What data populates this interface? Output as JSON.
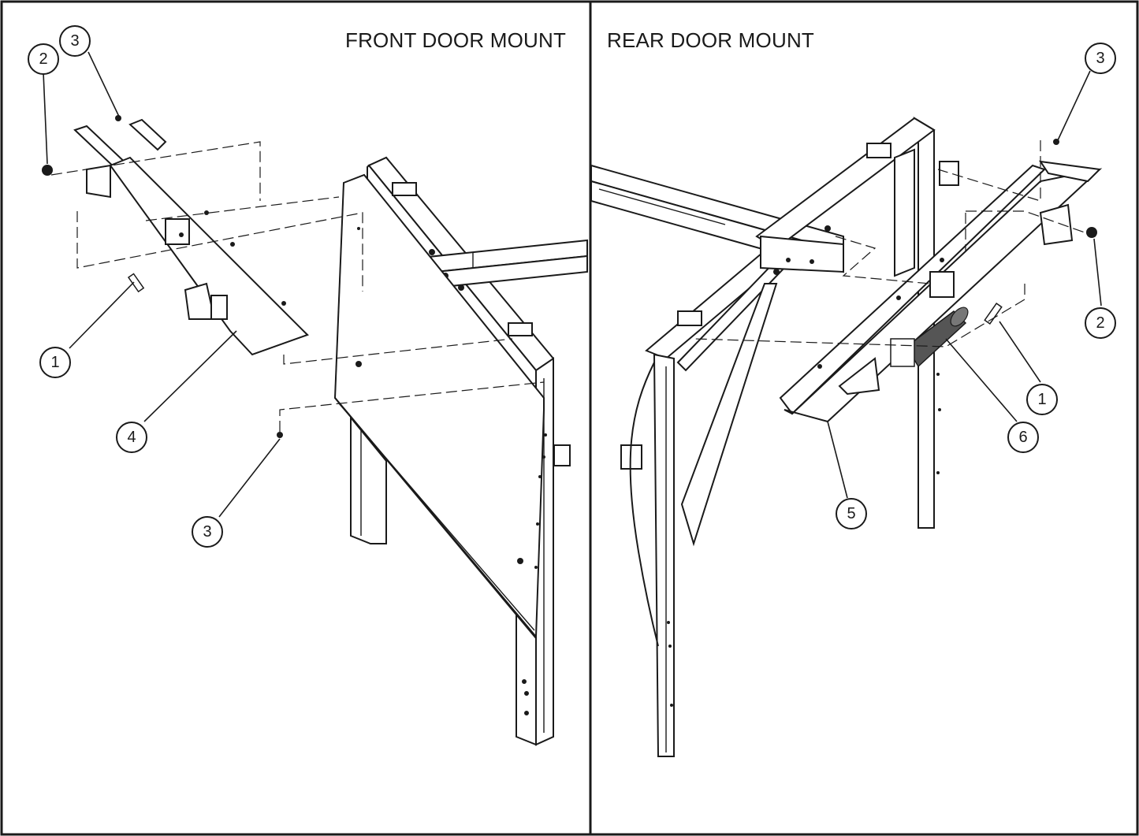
{
  "panels": {
    "front": {
      "title": "FRONT DOOR MOUNT"
    },
    "rear": {
      "title": "REAR DOOR MOUNT"
    }
  },
  "callouts": {
    "front_3_top": "3",
    "front_2": "2",
    "front_1": "1",
    "front_4": "4",
    "front_3_bottom": "3",
    "rear_3": "3",
    "rear_2": "2",
    "rear_1": "1",
    "rear_6": "6",
    "rear_5": "5"
  }
}
